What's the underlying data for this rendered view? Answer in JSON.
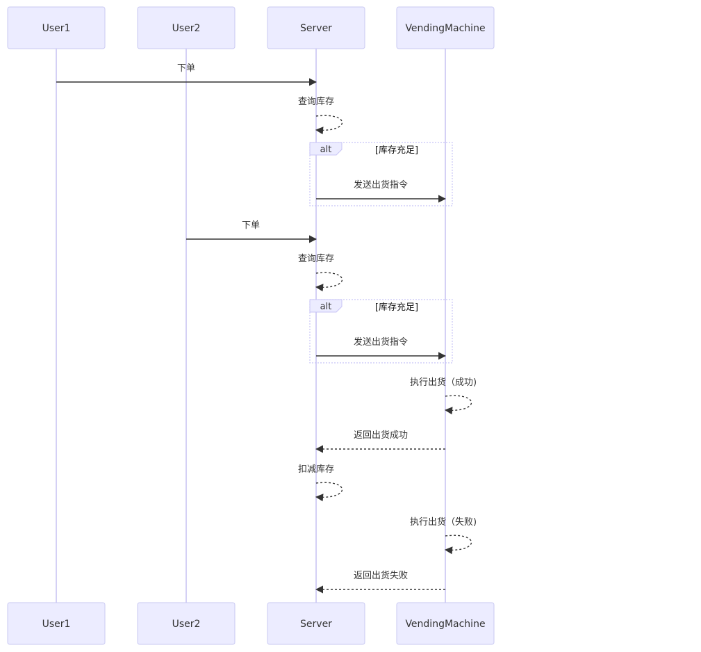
{
  "actors": [
    {
      "id": "user1",
      "label": "User1"
    },
    {
      "id": "user2",
      "label": "User2"
    },
    {
      "id": "server",
      "label": "Server"
    },
    {
      "id": "vending",
      "label": "VendingMachine"
    }
  ],
  "messages": [
    {
      "from": "user1",
      "to": "server",
      "label": "下单",
      "style": "solid"
    },
    {
      "from": "server",
      "to": "server",
      "label": "查询库存",
      "style": "dashed"
    },
    {
      "from": "server",
      "to": "vending",
      "label": "发送出货指令",
      "style": "solid"
    },
    {
      "from": "user2",
      "to": "server",
      "label": "下单",
      "style": "solid"
    },
    {
      "from": "server",
      "to": "server",
      "label": "查询库存",
      "style": "dashed"
    },
    {
      "from": "server",
      "to": "vending",
      "label": "发送出货指令",
      "style": "solid"
    },
    {
      "from": "vending",
      "to": "vending",
      "label": "执行出货（成功)",
      "style": "dashed"
    },
    {
      "from": "vending",
      "to": "server",
      "label": "返回出货成功",
      "style": "dashed"
    },
    {
      "from": "server",
      "to": "server",
      "label": "扣减库存",
      "style": "dashed"
    },
    {
      "from": "vending",
      "to": "vending",
      "label": "执行出货（失败)",
      "style": "dashed"
    },
    {
      "from": "vending",
      "to": "server",
      "label": "返回出货失败",
      "style": "dashed"
    }
  ],
  "alt_frames": [
    {
      "keyword": "alt",
      "condition": "[库存充足]",
      "wraps_message": 2
    },
    {
      "keyword": "alt",
      "condition": "[库存充足]",
      "wraps_message": 5
    }
  ],
  "colors": {
    "actor_fill": "#ececff",
    "actor_border": "#c9c9f2",
    "lifeline": "#d4d0f5",
    "arrow": "#333333",
    "alt_border": "#c8c4f6"
  }
}
